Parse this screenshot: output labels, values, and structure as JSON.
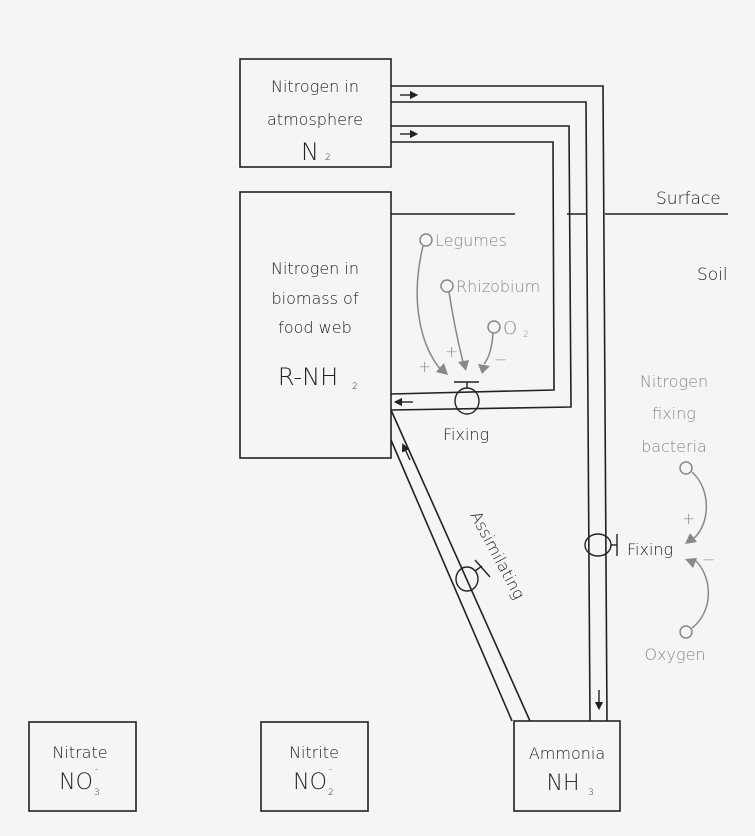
{
  "diagram": {
    "title": "Nitrogen cycle - fixing and assimilating",
    "layers": {
      "surface_label": "Surface",
      "soil_label": "Soil"
    },
    "stocks": {
      "atmosphere": {
        "line1": "Nitrogen in",
        "line2": "atmosphere",
        "formula_main": "N",
        "formula_sub": "2"
      },
      "biomass": {
        "line1": "Nitrogen in",
        "line2": "biomass of",
        "line3": "food web",
        "formula_main": "R-NH",
        "formula_sub": "2"
      },
      "nitrate": {
        "line1": "Nitrate",
        "formula_main": "NO",
        "formula_sub": "3",
        "formula_sup": "-"
      },
      "nitrite": {
        "line1": "Nitrite",
        "formula_main": "NO",
        "formula_sub": "2",
        "formula_sup": "-"
      },
      "ammonia": {
        "line1": "Ammonia",
        "formula_main": "NH",
        "formula_sub": "3"
      }
    },
    "flows": {
      "fixing_biomass": {
        "label": "Fixing",
        "from": "atmosphere",
        "to": "biomass"
      },
      "fixing_ammonia": {
        "label": "Fixing",
        "from": "atmosphere",
        "to": "ammonia"
      },
      "assimilating": {
        "label": "Assimilating",
        "from": "ammonia",
        "to": "biomass"
      }
    },
    "influences": {
      "legumes": {
        "label": "Legumes",
        "sign": "+"
      },
      "rhizobium": {
        "label": "Rhizobium",
        "sign": "+"
      },
      "o2": {
        "label_main": "O",
        "label_sub": "2",
        "sign": "−"
      },
      "bacteria": {
        "line1": "Nitrogen",
        "line2": "fixing",
        "line3": "bacteria",
        "sign": "+"
      },
      "oxygen": {
        "label": "Oxygen",
        "sign": "−"
      }
    },
    "colors": {
      "ink": "#222222",
      "influence": "#888888",
      "background": "#f5f5f5"
    }
  }
}
